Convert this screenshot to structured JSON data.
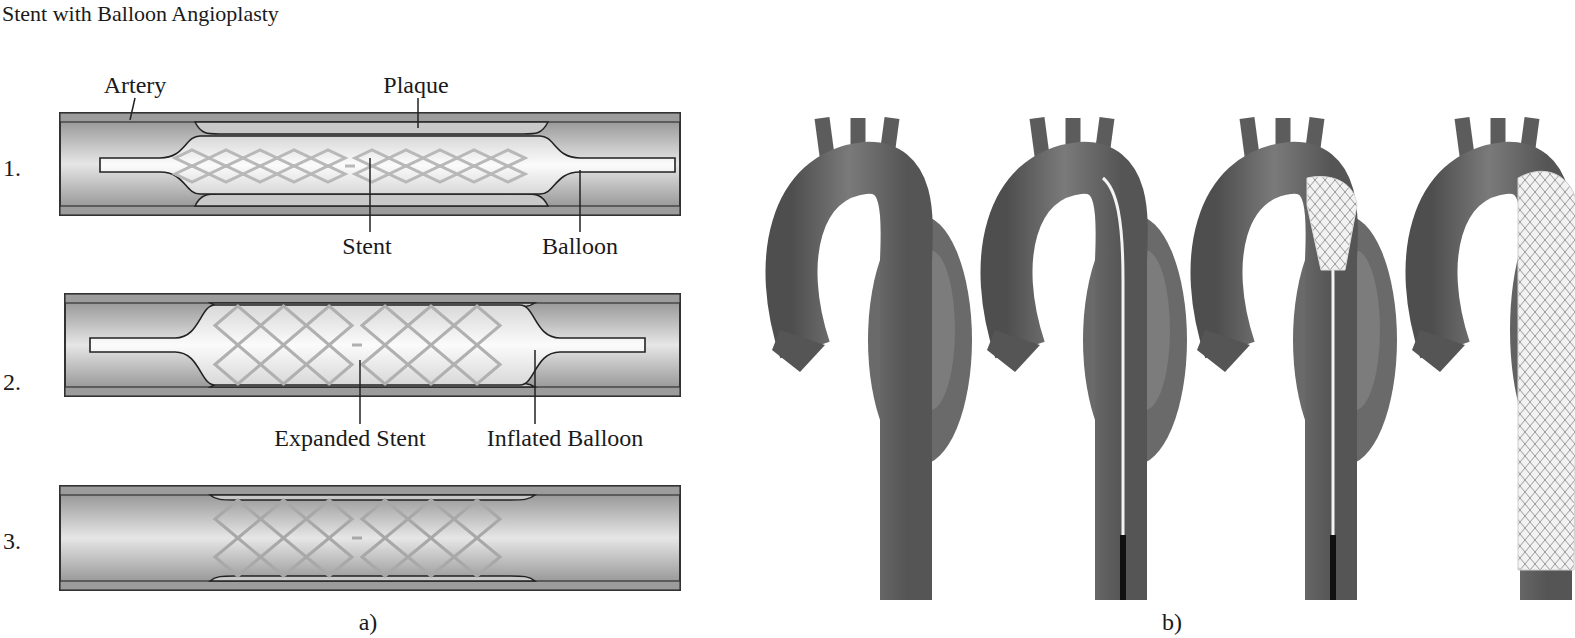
{
  "diagram": {
    "title": "Stent with Balloon Angioplasty",
    "labels": [
      "Artery",
      "Plaque",
      "1.",
      "Stent",
      "Balloon",
      "2.",
      "Expanded Stent",
      "Inflated Balloon",
      "3.",
      "a)",
      "b)"
    ]
  }
}
